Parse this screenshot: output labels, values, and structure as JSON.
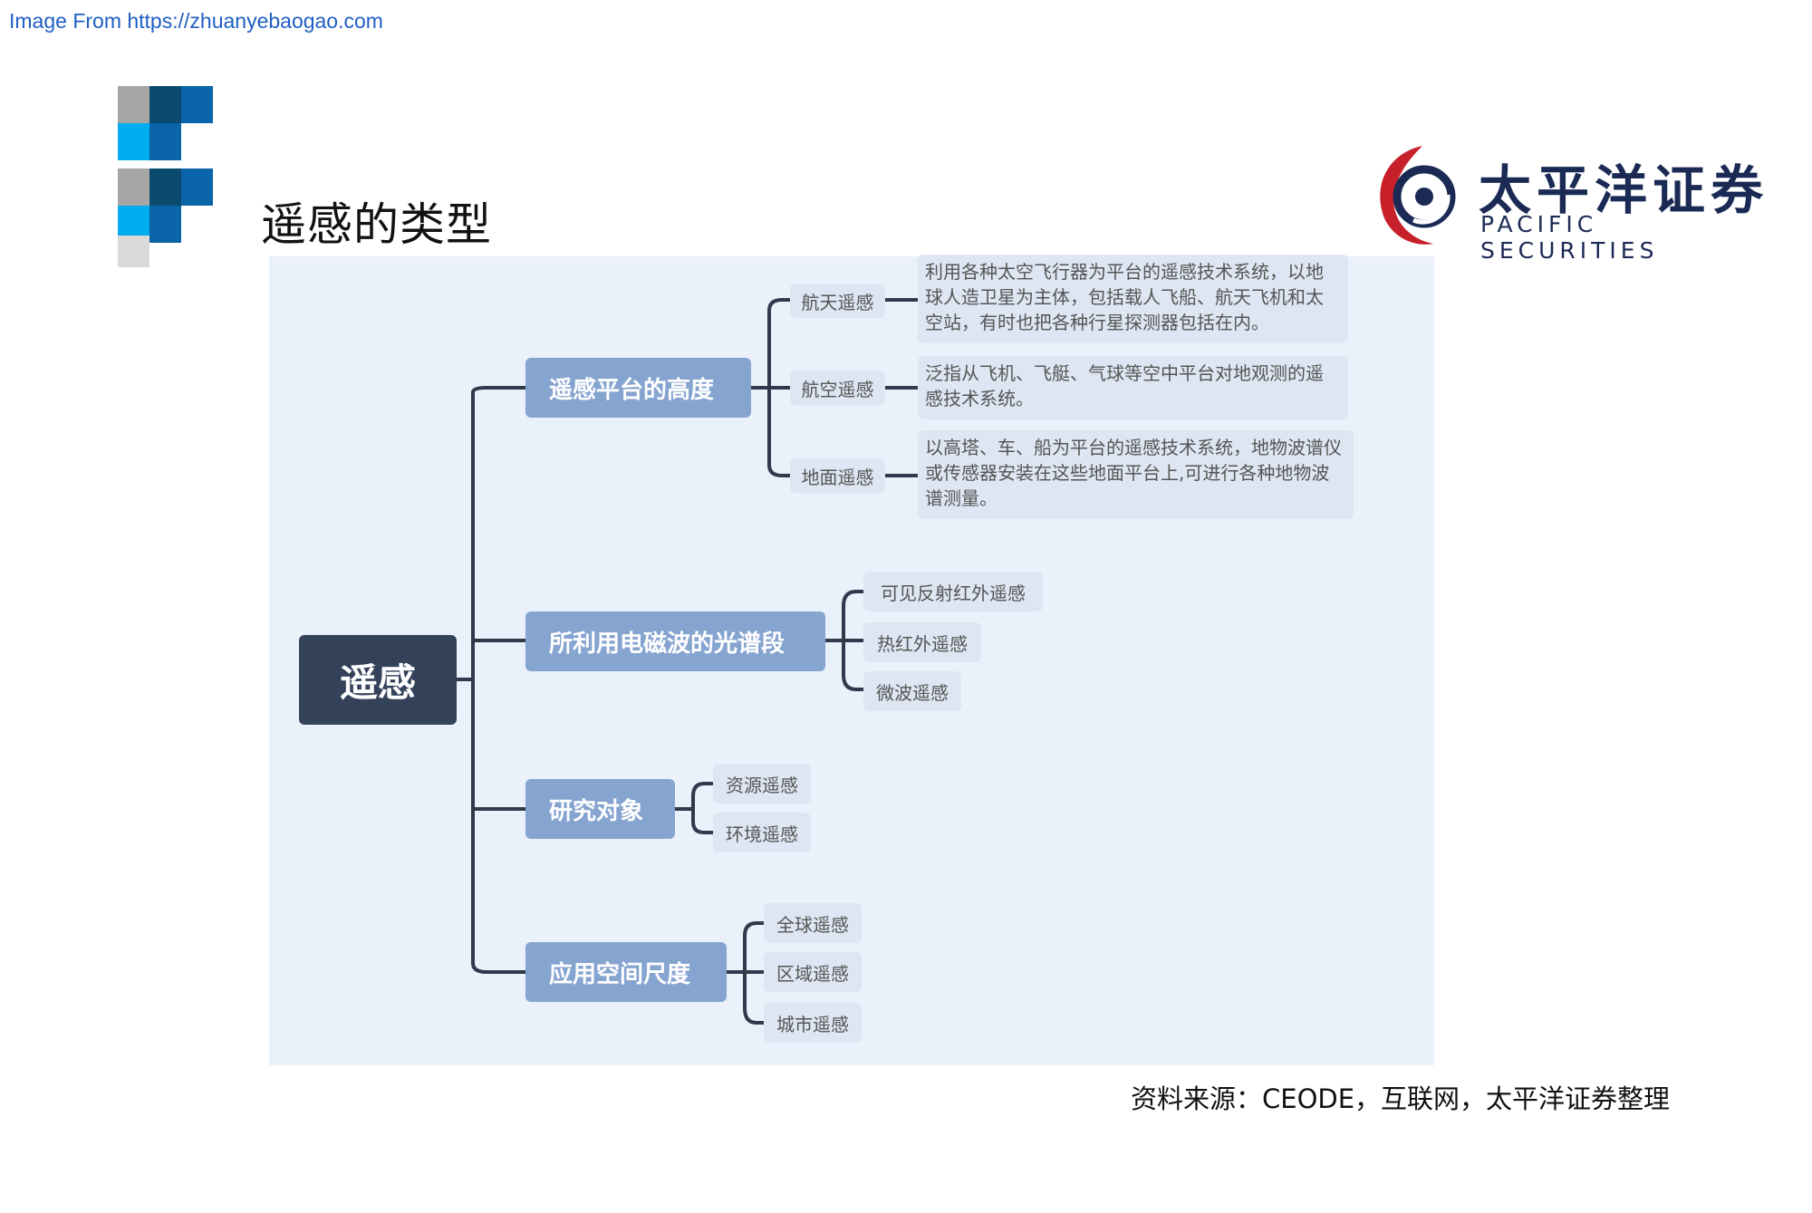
{
  "source_link": "Image From https://zhuanyebaogao.com",
  "title": "遥感的类型",
  "logo": {
    "cn": "太平洋证券",
    "en": "PACIFIC SECURITIES"
  },
  "diagram": {
    "root": "遥感",
    "categories": [
      {
        "label": "遥感平台的高度",
        "children": [
          {
            "label": "航天遥感",
            "desc": "利用各种太空飞行器为平台的遥感技术系统，以地球人造卫星为主体，包括载人飞船、航天飞机和太空站，有时也把各种行星探测器包括在内。"
          },
          {
            "label": "航空遥感",
            "desc": "泛指从飞机、飞艇、气球等空中平台对地观测的遥感技术系统。"
          },
          {
            "label": "地面遥感",
            "desc": "以高塔、车、船为平台的遥感技术系统，地物波谱仪或传感器安装在这些地面平台上,可进行各种地物波谱测量。"
          }
        ]
      },
      {
        "label": "所利用电磁波的光谱段",
        "children": [
          {
            "label": "可见反射红外遥感"
          },
          {
            "label": "热红外遥感"
          },
          {
            "label": "微波遥感"
          }
        ]
      },
      {
        "label": "研究对象",
        "children": [
          {
            "label": "资源遥感"
          },
          {
            "label": "环境遥感"
          }
        ]
      },
      {
        "label": "应用空间尺度",
        "children": [
          {
            "label": "全球遥感"
          },
          {
            "label": "区域遥感"
          },
          {
            "label": "城市遥感"
          }
        ]
      }
    ]
  },
  "source_note": "资料来源：CEODE，互联网，太平洋证券整理",
  "colors": {
    "root": "#344259",
    "category": "#86a4d0",
    "leaf": "#dde6f2",
    "panel": "#eaf1fa",
    "connector": "#2f3a4c",
    "logo_red": "#c8202a",
    "logo_navy": "#1b2a55"
  }
}
